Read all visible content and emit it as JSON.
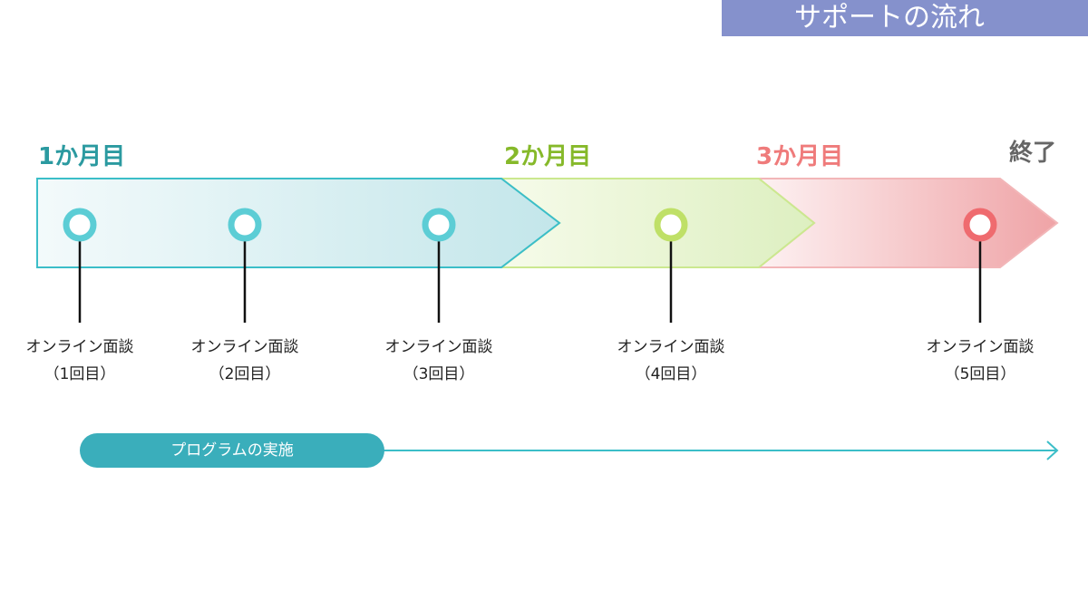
{
  "title": "サポートの流れ",
  "months": [
    {
      "label": "1か月目",
      "color": "#2b9aa0"
    },
    {
      "label": "2か月目",
      "color": "#86b92a"
    },
    {
      "label": "3か月目",
      "color": "#ef7b7b"
    },
    {
      "label": "終了",
      "color": "#666666"
    }
  ],
  "meetings": [
    {
      "label": "オンライン面談",
      "count": "（1回目）"
    },
    {
      "label": "オンライン面談",
      "count": "（2回目）"
    },
    {
      "label": "オンライン面談",
      "count": "（3回目）"
    },
    {
      "label": "オンライン面談",
      "count": "（4回目）"
    },
    {
      "label": "オンライン面談",
      "count": "（5回目）"
    }
  ],
  "program": "プログラムの実施"
}
